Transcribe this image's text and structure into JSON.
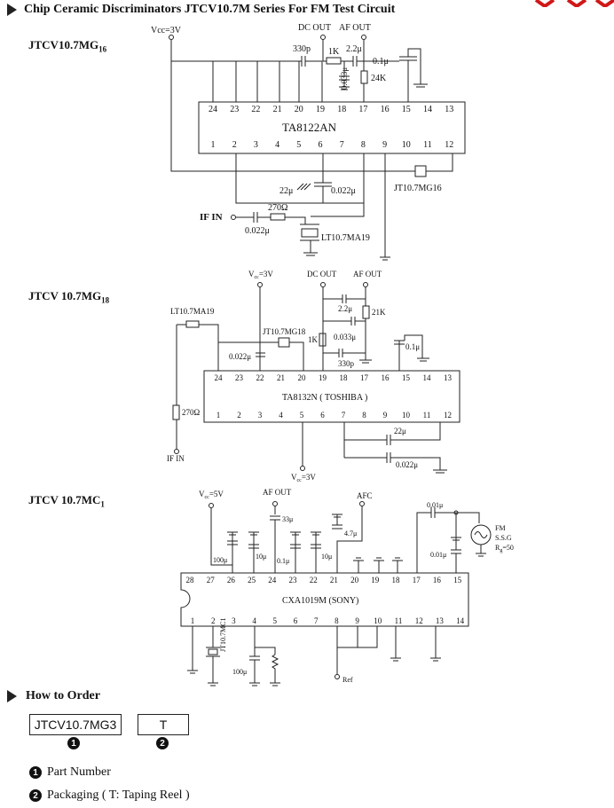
{
  "header": {
    "title": "Chip Ceramic Discriminators JTCV10.7M Series For FM Test Circuit"
  },
  "circuit1": {
    "label": "JTCV10.7MG",
    "label_sub": "16",
    "ic": "TA8122AN",
    "vcc": "Vcc=3V",
    "dc_out": "DC OUT",
    "af_out": "AF OUT",
    "pins_top": [
      "24",
      "23",
      "22",
      "21",
      "20",
      "19",
      "18",
      "17",
      "16",
      "15",
      "14",
      "13"
    ],
    "pins_bottom": [
      "1",
      "2",
      "3",
      "4",
      "5",
      "6",
      "7",
      "8",
      "9",
      "10",
      "11",
      "12"
    ],
    "c330": "330p",
    "r1k": "1K",
    "c22": "2.2μ",
    "c01": "0.1μ",
    "c033": "0.033μ",
    "r24k": "24K",
    "c22u": "22μ",
    "c0022": "0.022μ",
    "jt": "JT10.7MG16",
    "if_in": "IF IN",
    "r270": "270Ω",
    "c0022b": "0.022μ",
    "lt": "LT10.7MA19"
  },
  "circuit2": {
    "label": "JTCV 10.7MG",
    "label_sub": "18",
    "ic": "TA8132N ( TOSHIBA )",
    "vcc_top": "V",
    "vcc_top_sub": "cc",
    "vcc_top_val": "=3V",
    "dc_out": "DC OUT",
    "af_out": "AF OUT",
    "lt": "LT10.7MA19",
    "jt": "JT10.7MG18",
    "c22": "2.2μ",
    "r21k": "21K",
    "r1k": "1K",
    "c033": "0.033μ",
    "c330": "330p",
    "c01": "0.1μ",
    "c0022": "0.022μ",
    "r270": "270Ω",
    "if_in": "IF IN",
    "c22u": "22μ",
    "c0022b": "0.022μ",
    "vcc_bot": "V",
    "vcc_bot_sub": "cc",
    "vcc_bot_val": "=3V",
    "pins_top": [
      "24",
      "23",
      "22",
      "21",
      "20",
      "19",
      "18",
      "17",
      "16",
      "15",
      "14",
      "13"
    ],
    "pins_bottom": [
      "1",
      "2",
      "3",
      "4",
      "5",
      "6",
      "7",
      "8",
      "9",
      "10",
      "11",
      "12"
    ]
  },
  "circuit3": {
    "label": "JTCV 10.7MC",
    "label_sub": "1",
    "ic": "CXA1019M (SONY)",
    "vcc": "V",
    "vcc_sub": "cc",
    "vcc_val": "=5V",
    "af_out": "AF OUT",
    "afc": "AFC",
    "c33": "33μ",
    "c47": "4.7μ",
    "c100a": "100μ",
    "c10a": "10μ",
    "c01a": "0.1μ",
    "c10b": "10μ",
    "c001a": "0.01μ",
    "c001b": "0.01μ",
    "fm": "FM",
    "ssg": "S.S.G",
    "rg": "R",
    "rg_sub": "g",
    "rg_val": "=50",
    "jt": "JT10.7MC1",
    "c100b": "100μ",
    "ref": "Ref",
    "pins_top": [
      "28",
      "27",
      "26",
      "25",
      "24",
      "23",
      "22",
      "21",
      "20",
      "19",
      "18",
      "17",
      "16",
      "15"
    ],
    "pins_bottom": [
      "1",
      "2",
      "3",
      "4",
      "5",
      "6",
      "7",
      "8",
      "9",
      "10",
      "11",
      "12",
      "13",
      "14"
    ]
  },
  "order": {
    "title": "How to Order",
    "part_box": "JTCV10.7MG3",
    "pack_box": "T",
    "n1": "1",
    "n2": "2",
    "legend1": "Part Number",
    "legend2": "Packaging ( T: Taping Reel )"
  }
}
